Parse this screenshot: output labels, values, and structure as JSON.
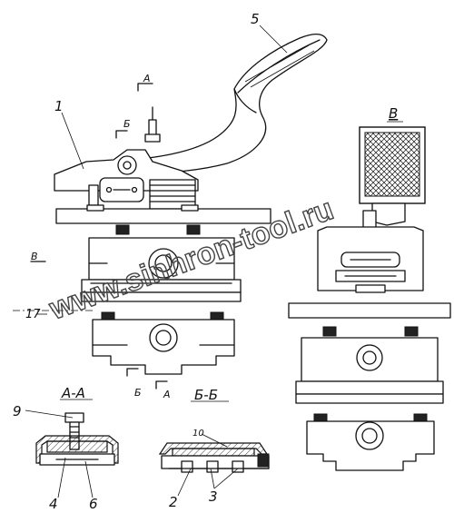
{
  "labels": {
    "part_1": "1",
    "part_2": "2",
    "part_3": "3",
    "part_4": "4",
    "part_5": "5",
    "part_6": "6",
    "part_9": "9",
    "part_10": "10",
    "part_17": "17",
    "view_b": "B",
    "view_b_mark": "B",
    "section_aa": "А-А",
    "section_bb": "Б-Б",
    "cut_a_top": "A",
    "cut_b_top": "Б",
    "cut_b_bottom": "Б",
    "cut_a_bottom": "A"
  },
  "watermark": "www.sinhron-tool.ru"
}
